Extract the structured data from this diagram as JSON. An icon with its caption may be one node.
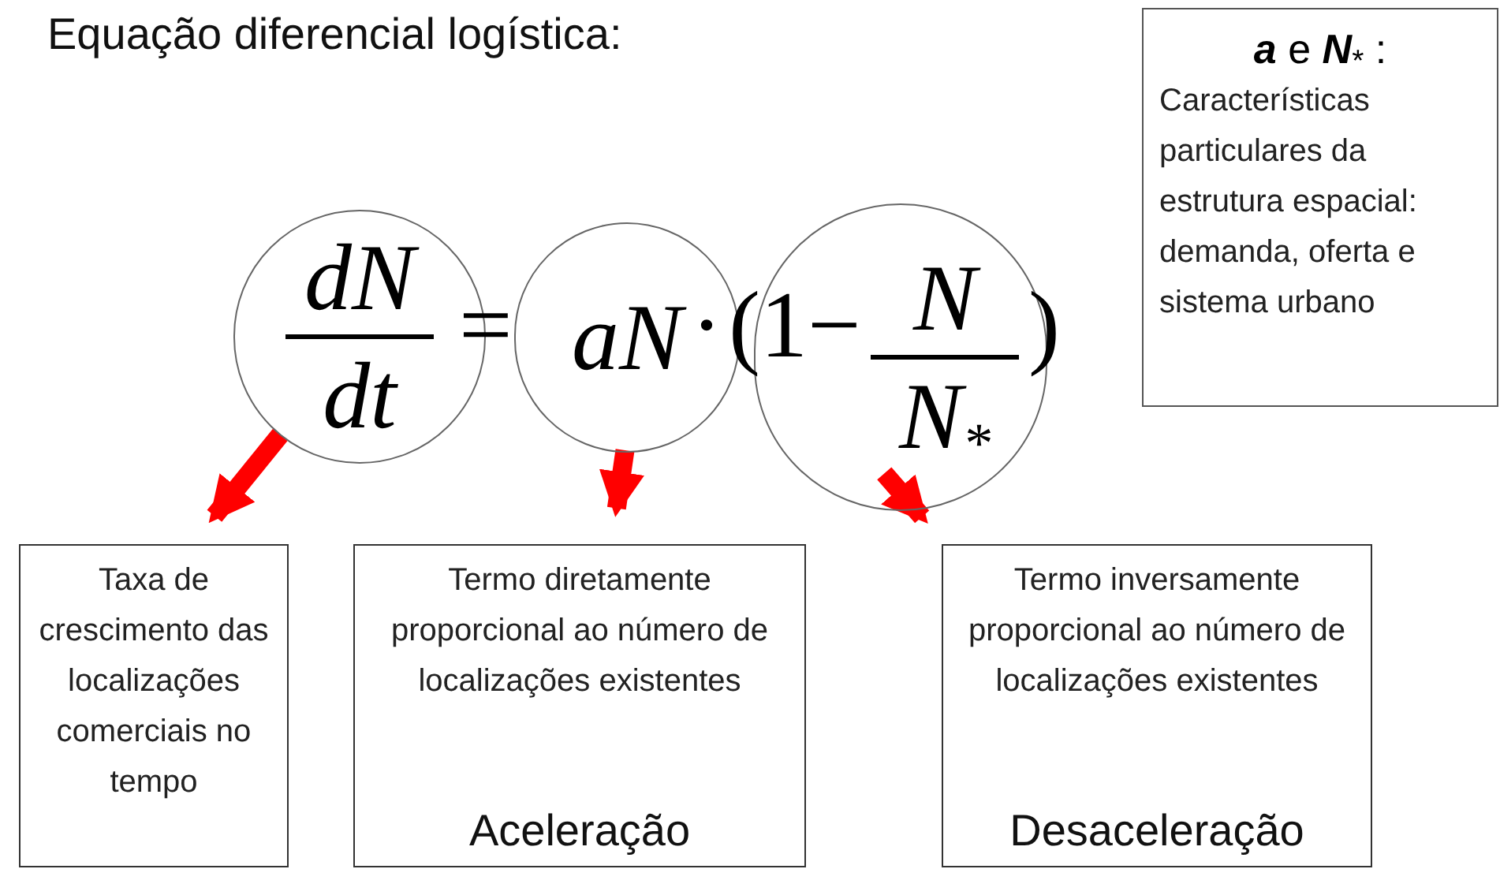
{
  "diagram": {
    "title": "Equação diferencial logística:",
    "nodes": [
      {
        "text": [
          "dN",
          "dt"
        ]
      },
      {
        "text": [
          "aN"
        ]
      },
      {
        "text": [
          "N",
          "N$_{*}$"
        ]
      },
      {
        "text": [
          "Taxa de crescimento das localizações comerciais no tempo"
        ]
      },
      {
        "text": [
          "Termo  diretamente proporcional ao número de localizações existentes",
          "Aceleração"
        ]
      },
      {
        "text": [
          "Termo inversamente proporcional ao número de localizações existentes",
          "Desaceleração"
        ]
      },
      {
        "text": [
          "**a** e **N**$_{*}$ :",
          "Características particulares  da estrutura espacial: demanda, oferta e sistema urbano"
        ]
      }
    ],
    "edges": [
      {
        "from": 0,
        "to": 3,
        "arrow": "to",
        "color": "#ff0000"
      },
      {
        "from": 1,
        "to": 4,
        "arrow": "to",
        "color": "#ff0000"
      },
      {
        "from": 2,
        "to": 5,
        "arrow": "to",
        "color": "#ff0000"
      }
    ],
    "labels": [
      "=",
      "·",
      "(1−",
      ")"
    ]
  }
}
